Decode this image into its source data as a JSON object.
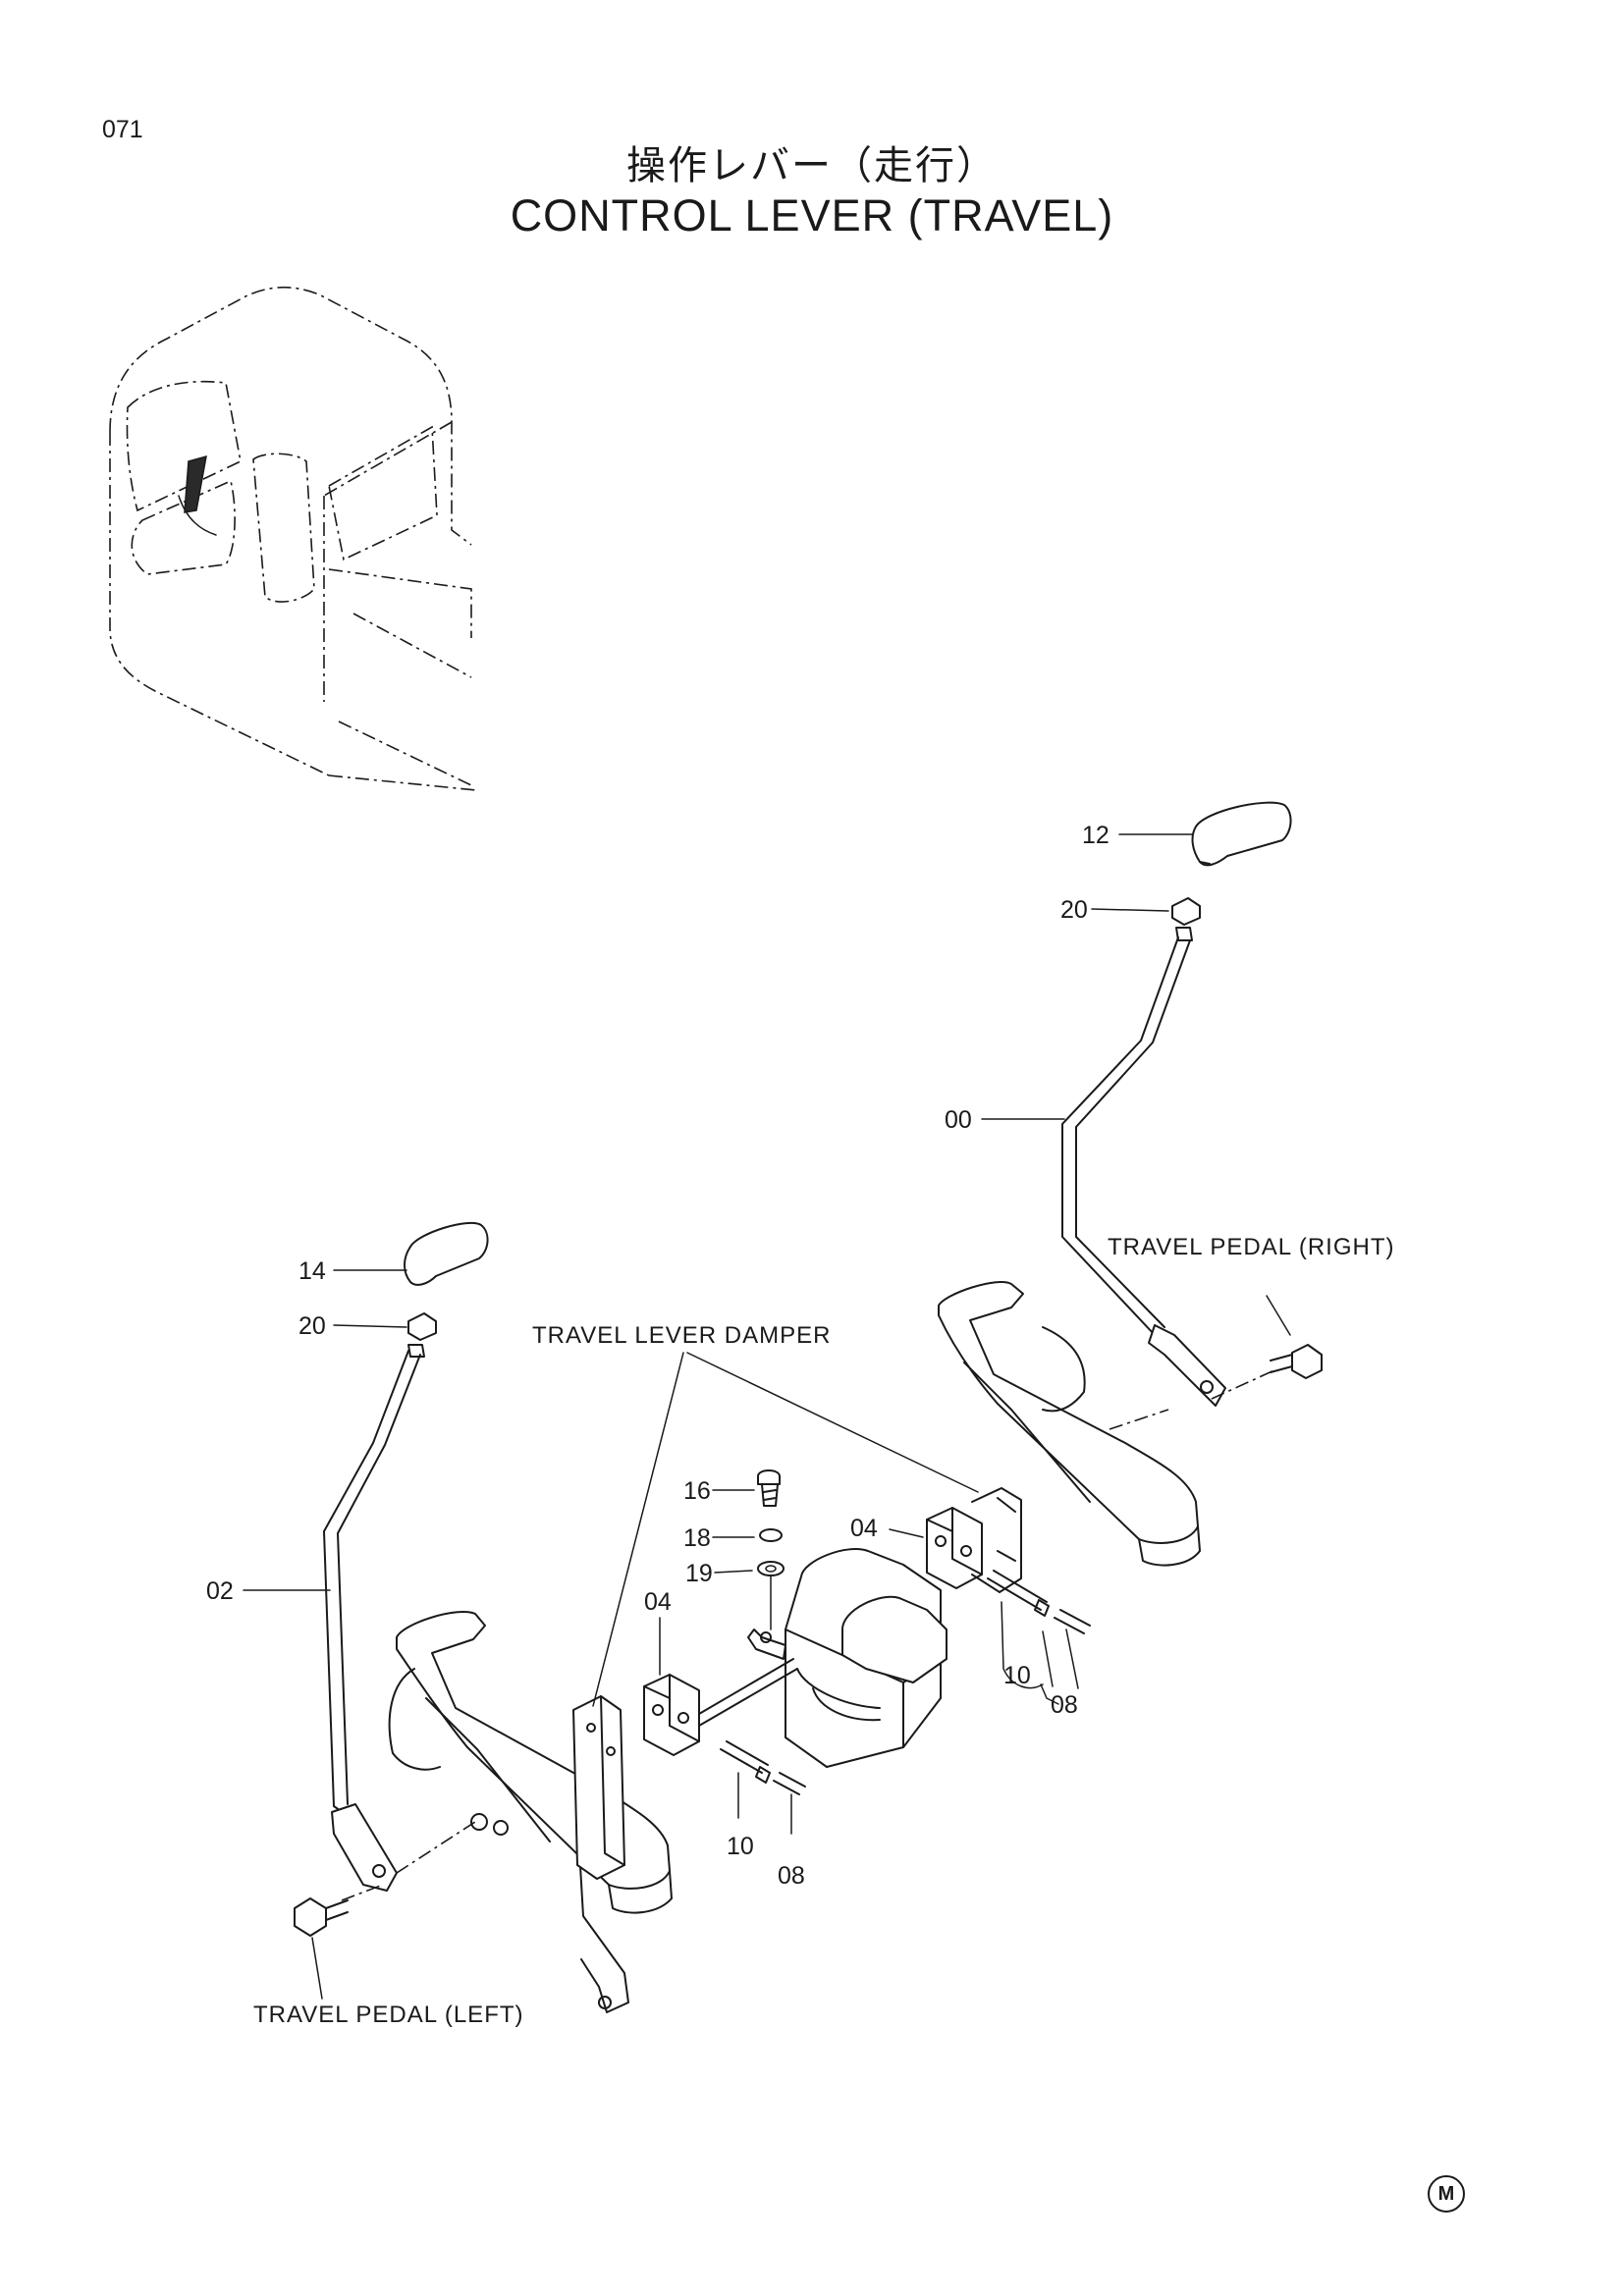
{
  "page_number": "071",
  "title_ja": "操作レバー（走行）",
  "title_en": "CONTROL LEVER (TRAVEL)",
  "callouts": {
    "right_knob": "12",
    "right_nut": "20",
    "right_lever": "00",
    "left_knob": "14",
    "left_nut": "20",
    "left_lever": "02",
    "bolt": "16",
    "spring_washer": "18",
    "washer": "19",
    "bracket_right": "04",
    "bracket_left": "04",
    "pin_right": "10",
    "spring_pin_right": "08",
    "pin_left": "10",
    "spring_pin_left": "08"
  },
  "captions": {
    "pedal_right": "TRAVEL PEDAL (RIGHT)",
    "damper": "TRAVEL LEVER DAMPER",
    "pedal_left": "TRAVEL PEDAL (LEFT)"
  },
  "mark": "M"
}
